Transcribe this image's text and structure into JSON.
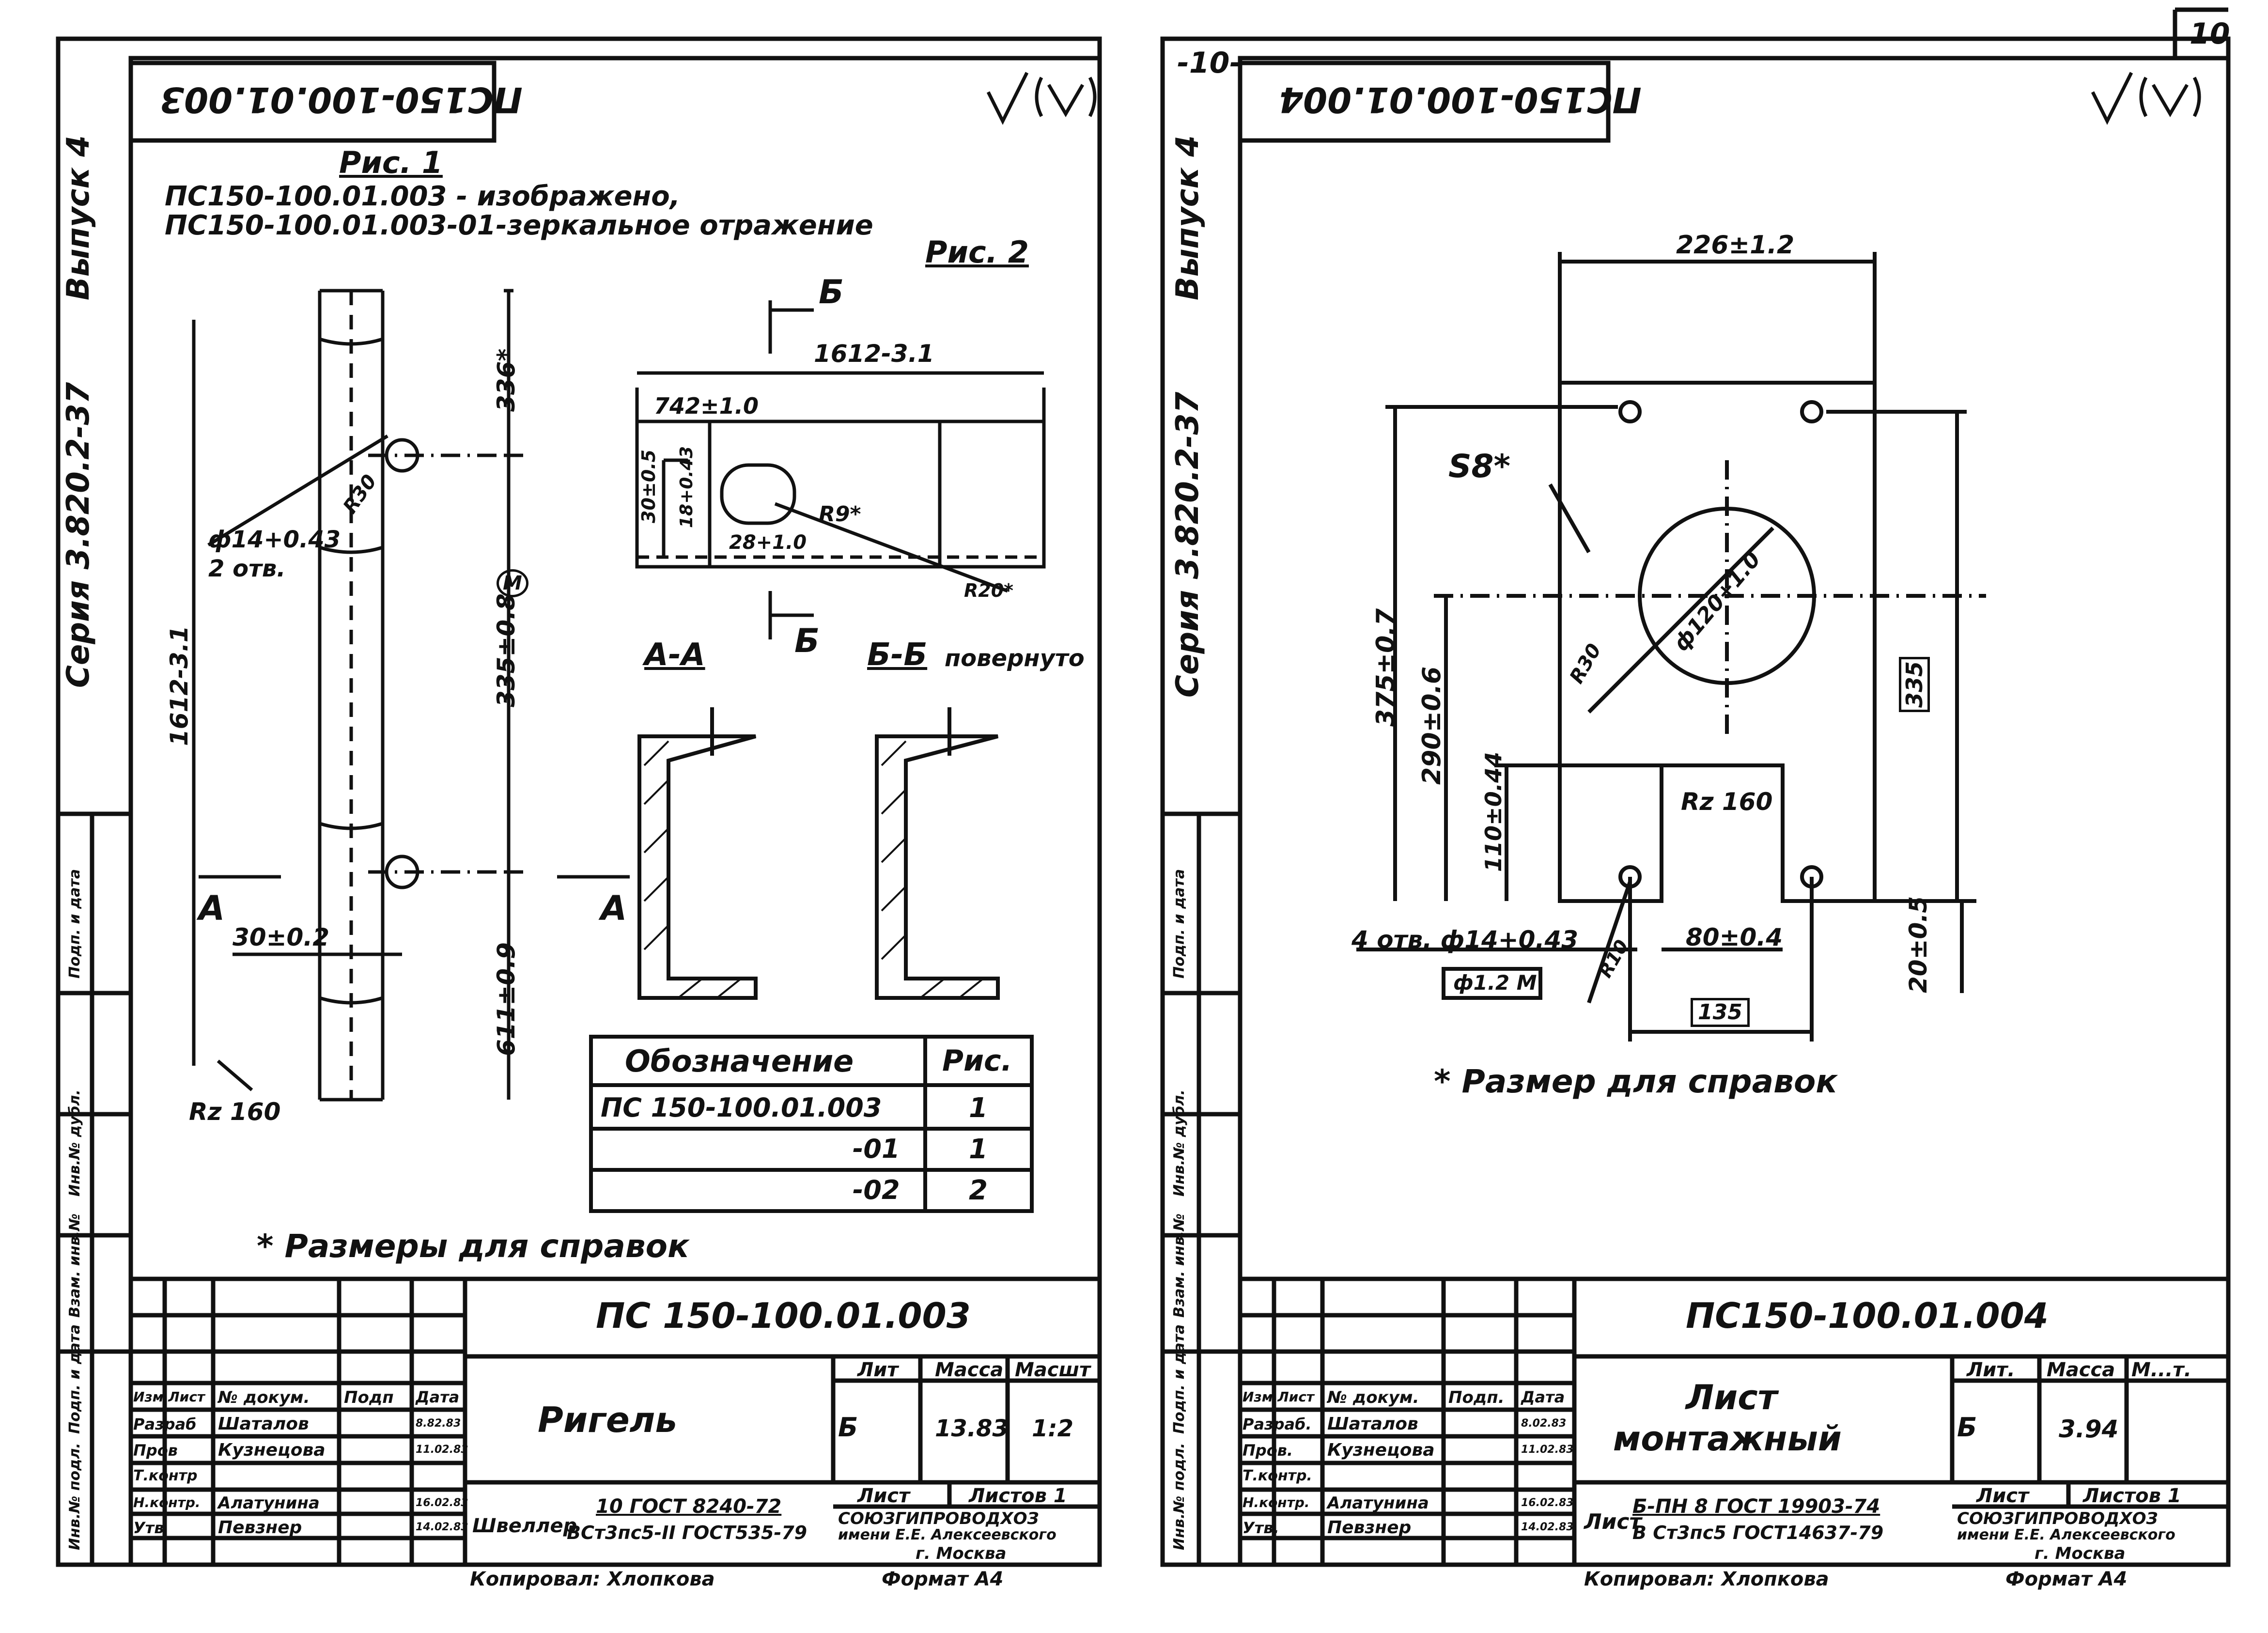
{
  "page_number": "10",
  "page_number_dash": "-10-",
  "left": {
    "stamp_flipped": "ПС150-100.01.003",
    "side_series": "Серия 3.820.2-37",
    "side_issue": "Выпуск 4",
    "fig1_title": "Рис. 1",
    "note_line1": "ПС150-100.01.003 - изображено,",
    "note_line2": "ПС150-100.01.003-01-зеркальное отражение",
    "fig2_title": "Рис. 2",
    "section_b_mark": "Б",
    "section_aa": "А-А",
    "section_bb": "Б-Б",
    "bb_note": "повернуто",
    "section_a_mark": "А",
    "dims": {
      "len_overall": "1612-3.1",
      "d336": "336*",
      "d335": "335±0.8",
      "m_mark": "М",
      "d611": "611±0.9",
      "hole": "ф14+0.43",
      "holes_n": "2 отв.",
      "r30": "R30",
      "d30": "30±0.2",
      "rz": "Rz 160",
      "len_top": "1612-3.1",
      "d742": "742±1.0",
      "d30_5": "30±0.5",
      "d18": "18+0.43",
      "d28": "28+1.0",
      "r9": "R9*",
      "r20": "R20*"
    },
    "table": {
      "head_designation": "Обозначение",
      "head_fig": "Рис.",
      "rows": [
        {
          "designation": "ПС 150-100.01.003",
          "fig": "1"
        },
        {
          "designation": "-01",
          "fig": "1"
        },
        {
          "designation": "-02",
          "fig": "2"
        }
      ]
    },
    "ref_note": "* Размеры для справок",
    "titleblock": {
      "designation": "ПС 150-100.01.003",
      "name": "Ригель",
      "lit_head": "Лит",
      "mass_head": "Масса",
      "scale_head": "Масшт",
      "lit": "Б",
      "mass": "13.83",
      "scale": "1:2",
      "sheet": "Лист",
      "sheets": "Листов 1",
      "org1": "СОЮЗГИПРОВОДХОЗ",
      "org2": "имени Е.Е. Алексеевского",
      "org3": "г. Москва",
      "material_label": "Швеллер",
      "material1": "10 ГОСТ 8240-72",
      "material2": "ВСт3пс5-II ГОСТ535-79",
      "rows": [
        {
          "role": "Изм Лист",
          "name": "№ докум.",
          "sign": "Подп",
          "date": "Дата"
        },
        {
          "role": "Разраб",
          "name": "Шаталов",
          "sign": "",
          "date": "8.82.83"
        },
        {
          "role": "Пров",
          "name": "Кузнецова",
          "sign": "",
          "date": "11.02.83"
        },
        {
          "role": "Т.контр",
          "name": "",
          "sign": "",
          "date": ""
        },
        {
          "role": "",
          "name": "",
          "sign": "",
          "date": ""
        },
        {
          "role": "Н.контр.",
          "name": "Алатунина",
          "sign": "",
          "date": "16.02.83"
        },
        {
          "role": "Утв",
          "name": "Певзнер",
          "sign": "",
          "date": "14.02.83"
        }
      ],
      "copied": "Копировал: Хлопкова",
      "format": "Формат А4"
    },
    "side_cells": [
      "Инв.№ подл.",
      "Подп. и дата",
      "Взам. инв.№",
      "Инв.№ дубл.",
      "Подп. и дата"
    ]
  },
  "right": {
    "stamp_flipped": "ПС150-100.01.004",
    "side_series": "Серия 3.820.2-37",
    "side_issue": "Выпуск 4",
    "dims": {
      "d226": "226±1.2",
      "s8": "S8*",
      "hole120": "ф120+1.0",
      "r30": "R30",
      "d375": "375±0.7",
      "d290": "290±0.6",
      "d110": "110±0.44",
      "d335": "335",
      "rz": "Rz 160",
      "holes": "4 отв. ф14+0.43",
      "pos": "ф1.2 М",
      "r10": "R10",
      "d80": "80±0.4",
      "d135": "135",
      "d20": "20±0.5"
    },
    "ref_note": "* Размер для справок",
    "titleblock": {
      "designation": "ПС150-100.01.004",
      "name1": "Лист",
      "name2": "монтажный",
      "lit_head": "Лит.",
      "mass_head": "Масса",
      "scale_head": "М...т.",
      "lit": "Б",
      "mass": "3.94",
      "sheet": "Лист",
      "sheets": "Листов 1",
      "org1": "СОЮЗГИПРОВОДХОЗ",
      "org2": "имени Е.Е. Алексеевского",
      "org3": "г. Москва",
      "material_label": "Лист",
      "material1": "Б-ПН 8 ГОСТ 19903-74",
      "material2": "В Ст3пс5 ГОСТ14637-79",
      "rows": [
        {
          "role": "Изм Лист",
          "name": "№ докум.",
          "sign": "Подп.",
          "date": "Дата"
        },
        {
          "role": "Разраб.",
          "name": "Шаталов",
          "sign": "",
          "date": "8.02.83"
        },
        {
          "role": "Пров.",
          "name": "Кузнецова",
          "sign": "",
          "date": "11.02.83"
        },
        {
          "role": "Т.контр.",
          "name": "",
          "sign": "",
          "date": ""
        },
        {
          "role": "",
          "name": "",
          "sign": "",
          "date": ""
        },
        {
          "role": "Н.контр.",
          "name": "Алатунина",
          "sign": "",
          "date": "16.02.83"
        },
        {
          "role": "Утв.",
          "name": "Певзнер",
          "sign": "",
          "date": "14.02.83"
        }
      ],
      "copied": "Копировал: Хлопкова",
      "format": "Формат А4"
    },
    "side_cells": [
      "Инв.№ подл.",
      "Подп. и дата",
      "Взам. инв.№",
      "Инв.№ дубл.",
      "Подп. и дата"
    ]
  }
}
